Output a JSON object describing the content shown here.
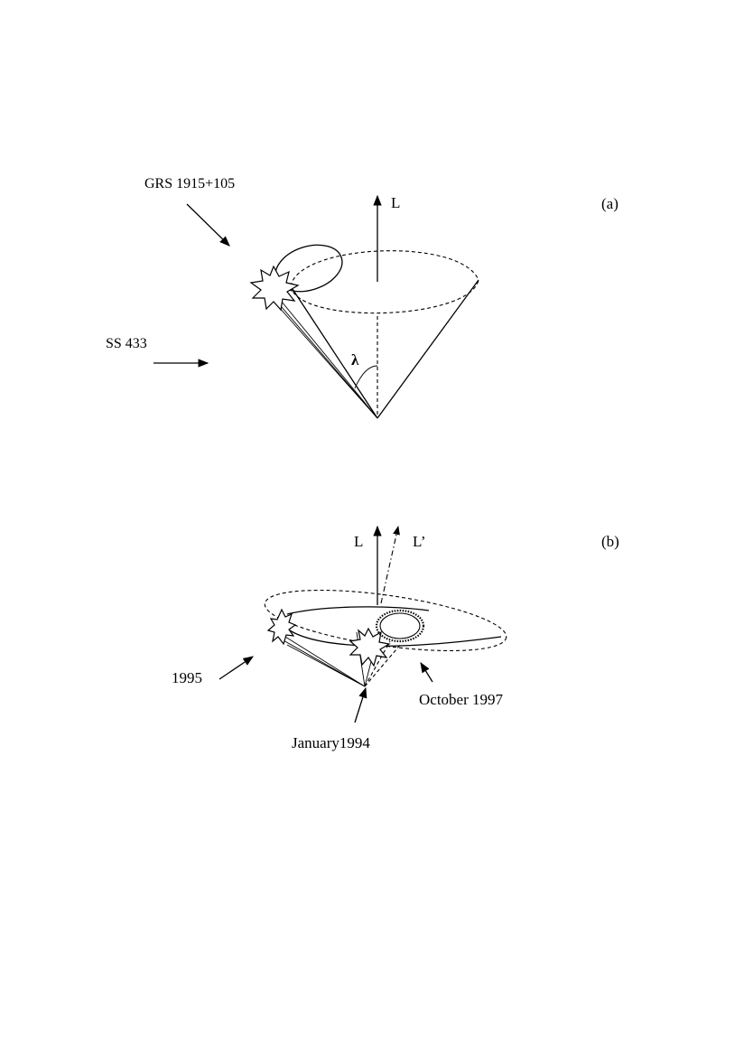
{
  "panel_a": {
    "tag": "(a)",
    "label_grs": "GRS 1915+105",
    "label_ss": "SS 433",
    "label_L": "L",
    "label_lambda": "λ"
  },
  "panel_b": {
    "tag": "(b)",
    "label_L": "L",
    "label_Lprime": "L’",
    "label_1995": "1995",
    "label_jan": "January1994",
    "label_oct": "October 1997"
  }
}
